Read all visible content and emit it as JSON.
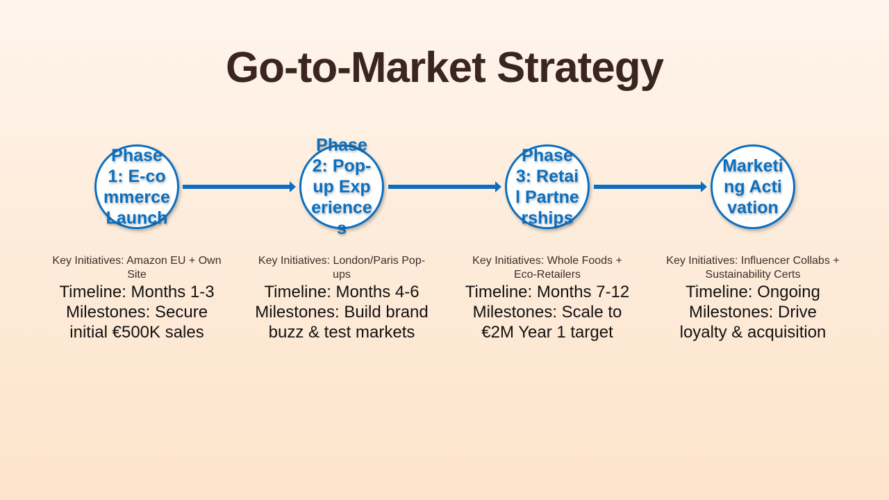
{
  "title": "Go-to-Market Strategy",
  "phases": [
    {
      "label": "Phase 1: E-commerce Launch",
      "initiatives": "Key Initiatives: Amazon EU + Own Site",
      "timeline": "Timeline: Months 1-3",
      "milestones": "Milestones: Secure initial €500K sales"
    },
    {
      "label": "Phase 2: Pop-up Experiences",
      "initiatives": "Key Initiatives: London/Paris Pop-ups",
      "timeline": "Timeline: Months 4-6",
      "milestones": "Milestones: Build brand buzz & test markets"
    },
    {
      "label": "Phase 3: Retail Partnerships",
      "initiatives": "Key Initiatives: Whole Foods + Eco-Retailers",
      "timeline": "Timeline: Months 7-12",
      "milestones": "Milestones: Scale to €2M Year 1 target"
    },
    {
      "label": "Marketing Activation",
      "initiatives": "Key Initiatives: Influencer Collabs + Sustainability Certs",
      "timeline": "Timeline: Ongoing",
      "milestones": "Milestones: Drive loyalty & acquisition"
    }
  ],
  "colors": {
    "accent": "#0a6fc0",
    "title": "#3b2520"
  }
}
